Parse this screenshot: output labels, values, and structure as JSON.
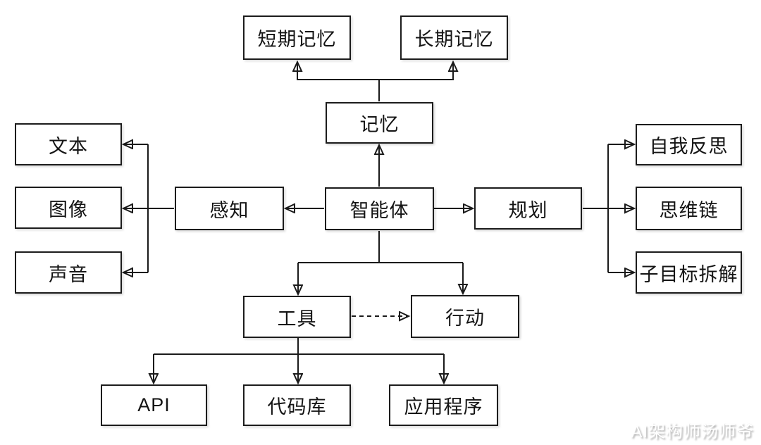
{
  "diagram": {
    "watermark": "AI架构师汤师爷",
    "colors": {
      "background": "#ffffff",
      "line": "#1a1a1a",
      "box_border": "#1c1c1c",
      "box_fill": "#ffffff",
      "text": "#141414"
    },
    "nodes": {
      "short_term_memory": "短期记忆",
      "long_term_memory": "长期记忆",
      "memory": "记忆",
      "agent": "智能体",
      "perception": "感知",
      "text": "文本",
      "image": "图像",
      "sound": "声音",
      "planning": "规划",
      "self_reflection": "自我反思",
      "chain_of_thought": "思维链",
      "subgoal_decomposition": "子目标拆解",
      "tools": "工具",
      "action": "行动",
      "api": "API",
      "code_library": "代码库",
      "applications": "应用程序"
    },
    "edges": [
      {
        "from": "记忆",
        "to": "短期记忆",
        "style": "solid",
        "direction": "up"
      },
      {
        "from": "记忆",
        "to": "长期记忆",
        "style": "solid",
        "direction": "up"
      },
      {
        "from": "智能体",
        "to": "记忆",
        "style": "solid",
        "direction": "up"
      },
      {
        "from": "智能体",
        "to": "感知",
        "style": "solid",
        "direction": "left"
      },
      {
        "from": "感知",
        "to": "文本",
        "style": "solid",
        "direction": "left"
      },
      {
        "from": "感知",
        "to": "图像",
        "style": "solid",
        "direction": "left"
      },
      {
        "from": "感知",
        "to": "声音",
        "style": "solid",
        "direction": "left"
      },
      {
        "from": "智能体",
        "to": "规划",
        "style": "solid",
        "direction": "right"
      },
      {
        "from": "规划",
        "to": "自我反思",
        "style": "solid",
        "direction": "right"
      },
      {
        "from": "规划",
        "to": "思维链",
        "style": "solid",
        "direction": "right"
      },
      {
        "from": "规划",
        "to": "子目标拆解",
        "style": "solid",
        "direction": "right"
      },
      {
        "from": "智能体",
        "to": "工具",
        "style": "solid",
        "direction": "down"
      },
      {
        "from": "智能体",
        "to": "行动",
        "style": "solid",
        "direction": "down"
      },
      {
        "from": "工具",
        "to": "行动",
        "style": "dashed",
        "direction": "right"
      },
      {
        "from": "工具",
        "to": "API",
        "style": "solid",
        "direction": "down"
      },
      {
        "from": "工具",
        "to": "代码库",
        "style": "solid",
        "direction": "down"
      },
      {
        "from": "工具",
        "to": "应用程序",
        "style": "solid",
        "direction": "down"
      }
    ]
  }
}
